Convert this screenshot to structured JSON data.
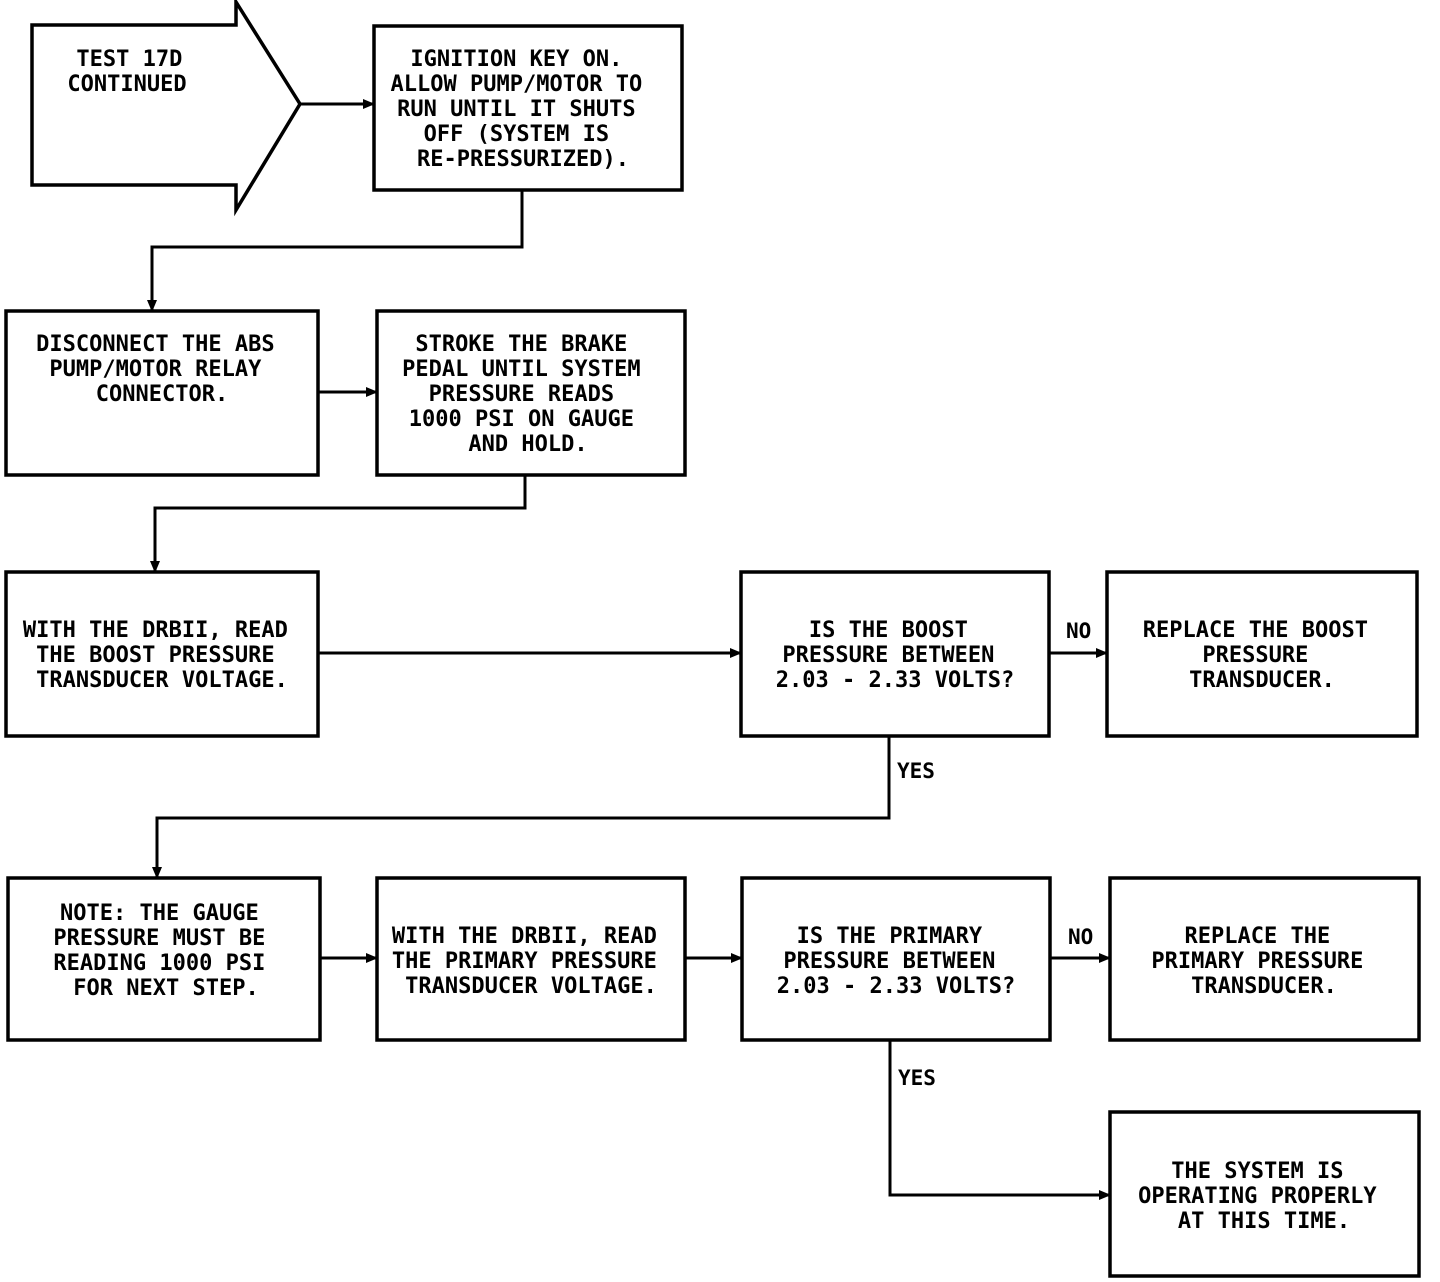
{
  "diagram": {
    "start": {
      "lines": [
        "TEST 17D",
        "CONTINUED"
      ]
    },
    "steps": {
      "ignition": [
        "IGNITION KEY ON.",
        "ALLOW PUMP/MOTOR TO",
        "RUN UNTIL IT SHUTS",
        "OFF (SYSTEM IS",
        "RE-PRESSURIZED)."
      ],
      "disconnect": [
        "DISCONNECT THE ABS",
        "PUMP/MOTOR RELAY",
        "CONNECTOR."
      ],
      "stroke": [
        "STROKE THE BRAKE",
        "PEDAL UNTIL SYSTEM",
        "PRESSURE READS",
        "1000 PSI ON GAUGE",
        "AND HOLD."
      ],
      "read_boost": [
        "WITH THE DRBII, READ",
        "THE BOOST PRESSURE",
        "TRANSDUCER VOLTAGE."
      ],
      "q_boost": [
        "IS THE BOOST",
        "PRESSURE BETWEEN",
        "2.03 - 2.33 VOLTS?"
      ],
      "replace_boost": [
        "REPLACE THE BOOST",
        "PRESSURE",
        "TRANSDUCER."
      ],
      "note": [
        "NOTE:  THE GAUGE",
        "PRESSURE MUST BE",
        "READING 1000 PSI",
        "FOR NEXT STEP."
      ],
      "read_primary": [
        "WITH THE DRBII, READ",
        "THE PRIMARY PRESSURE",
        "TRANSDUCER VOLTAGE."
      ],
      "q_primary": [
        "IS THE PRIMARY",
        "PRESSURE BETWEEN",
        "2.03 - 2.33 VOLTS?"
      ],
      "replace_primary": [
        "REPLACE THE",
        "PRIMARY PRESSURE",
        "TRANSDUCER."
      ],
      "ok": [
        "THE SYSTEM IS",
        "OPERATING PROPERLY",
        "AT THIS TIME."
      ]
    },
    "labels": {
      "no_1": "NO",
      "yes_1": "YES",
      "no_2": "NO",
      "yes_2": "YES"
    }
  }
}
